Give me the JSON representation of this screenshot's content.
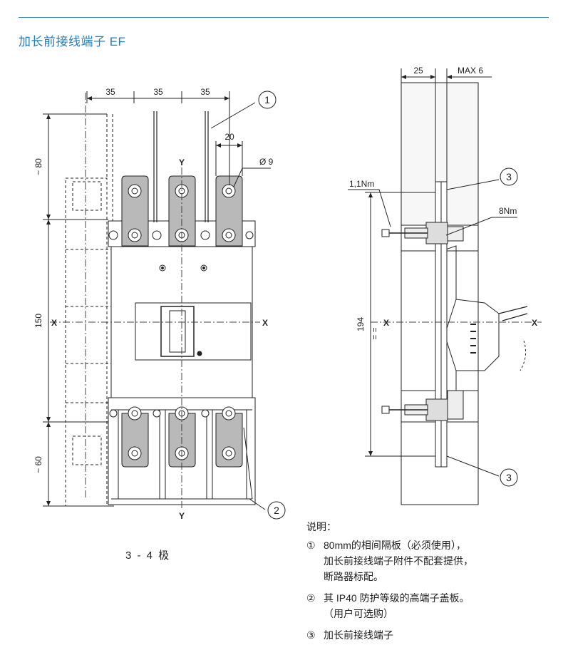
{
  "title": "加长前接线端子 EF",
  "left_view": {
    "dims_top": [
      "35",
      "35",
      "35"
    ],
    "dim_20": "20",
    "dim_phi": "Ø 9",
    "dim_80": "~ 80",
    "dim_150": "150",
    "dim_60": "~ 60",
    "axis_y": "Y",
    "axis_x": "X",
    "callout_1": "1",
    "callout_2": "2",
    "caption": "3 - 4 极"
  },
  "right_view": {
    "dim_25": "25",
    "dim_max6": "MAX 6",
    "torque_1": "1,1Nm",
    "torque_8": "8Nm",
    "dim_194": "194",
    "approx": "= =",
    "axis_x": "X",
    "callout_3a": "3",
    "callout_3b": "3"
  },
  "notes": {
    "heading": "说明：",
    "items": [
      {
        "num": "①",
        "lines": [
          "80mm的相间隔板（必须使用），",
          "加长前接线端子附件不配套提供，",
          "断路器标配。"
        ]
      },
      {
        "num": "②",
        "lines": [
          "其 IP40 防护等级的高端子盖板。",
          "（用户可选购）"
        ]
      },
      {
        "num": "③",
        "lines": [
          "加长前接线端子"
        ]
      }
    ]
  },
  "colors": {
    "title": "#1f7fc0",
    "rule": "#3a8fc8",
    "terminal": "#b9b9b9",
    "ink": "#222222"
  }
}
